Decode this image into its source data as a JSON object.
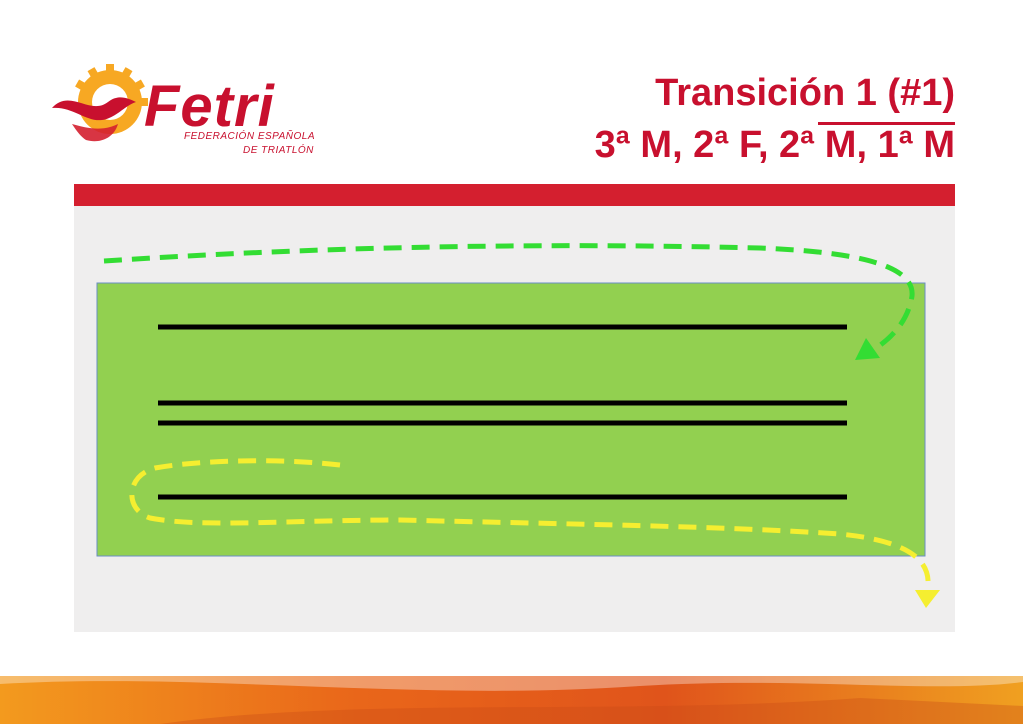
{
  "logo": {
    "brand": "Fetri",
    "line1": "FEDERACIÓN ESPAÑOLA",
    "line2": "DE TRIATLÓN"
  },
  "title": {
    "line1": "Transición 1 (#1)",
    "line2": "3ª M, 2ª F, 2ª M, 1ª M"
  },
  "colors": {
    "accent": "#c8102e",
    "header_bar": "#d41f2f",
    "panel_bg": "#efeeee",
    "transition_area": "#92d050",
    "rack_line": "#000000",
    "route_entry": "#33dd33",
    "route_exit": "#f5ee30"
  },
  "icons": {
    "logo_mark": "sun-wave-icon",
    "entry_arrow": "arrow-head-icon",
    "exit_arrow": "arrow-head-icon"
  }
}
